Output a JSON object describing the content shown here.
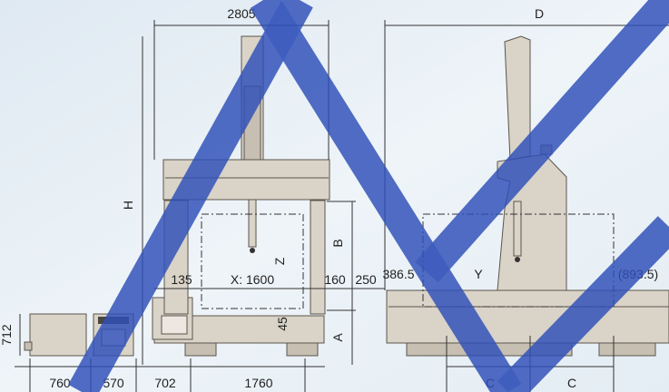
{
  "dimensions": {
    "width_total": "2805",
    "height": "H",
    "depth": "D",
    "x_left_margin": "135",
    "x_travel": "X: 1600",
    "x_right_margin": "160",
    "gap_250": "250",
    "y_front": "386.5",
    "y_travel": "Y",
    "y_rear": "(893.5)",
    "z_travel": "Z",
    "b_height": "B",
    "a_height": "A",
    "table_offset": "45",
    "ctrl_height": "712",
    "ctrl_width_1": "760",
    "ctrl_width_2": "570",
    "base_offset": "702",
    "base_width": "1760",
    "c_left": "C",
    "c_right": "C"
  },
  "colors": {
    "background": "#e9f1f7",
    "machine_body": "#d9d3c8",
    "watermark": "#2f4fb8"
  }
}
